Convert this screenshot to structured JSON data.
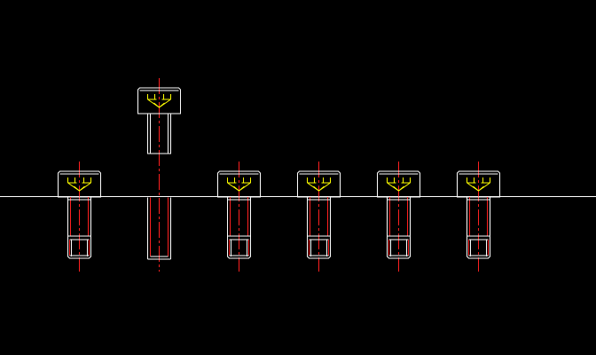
{
  "drawing": {
    "background_color": "#000000",
    "line_color": "#ffffff",
    "centerline_color": "#ff2020",
    "hex_socket_color": "#ffff00",
    "screw_type": "socket head cap screw",
    "screw_count": 6,
    "screws": [
      {
        "id": "screw-1",
        "state": "inserted",
        "shank": "threaded-tip"
      },
      {
        "id": "screw-2",
        "state": "lifted",
        "shank": "plain",
        "hole": "tapped-hole"
      },
      {
        "id": "screw-3",
        "state": "inserted",
        "shank": "threaded-tip"
      },
      {
        "id": "screw-4",
        "state": "inserted",
        "shank": "threaded-tip"
      },
      {
        "id": "screw-5",
        "state": "inserted",
        "shank": "threaded-tip"
      },
      {
        "id": "screw-6",
        "state": "inserted",
        "shank": "threaded-tip"
      }
    ]
  }
}
